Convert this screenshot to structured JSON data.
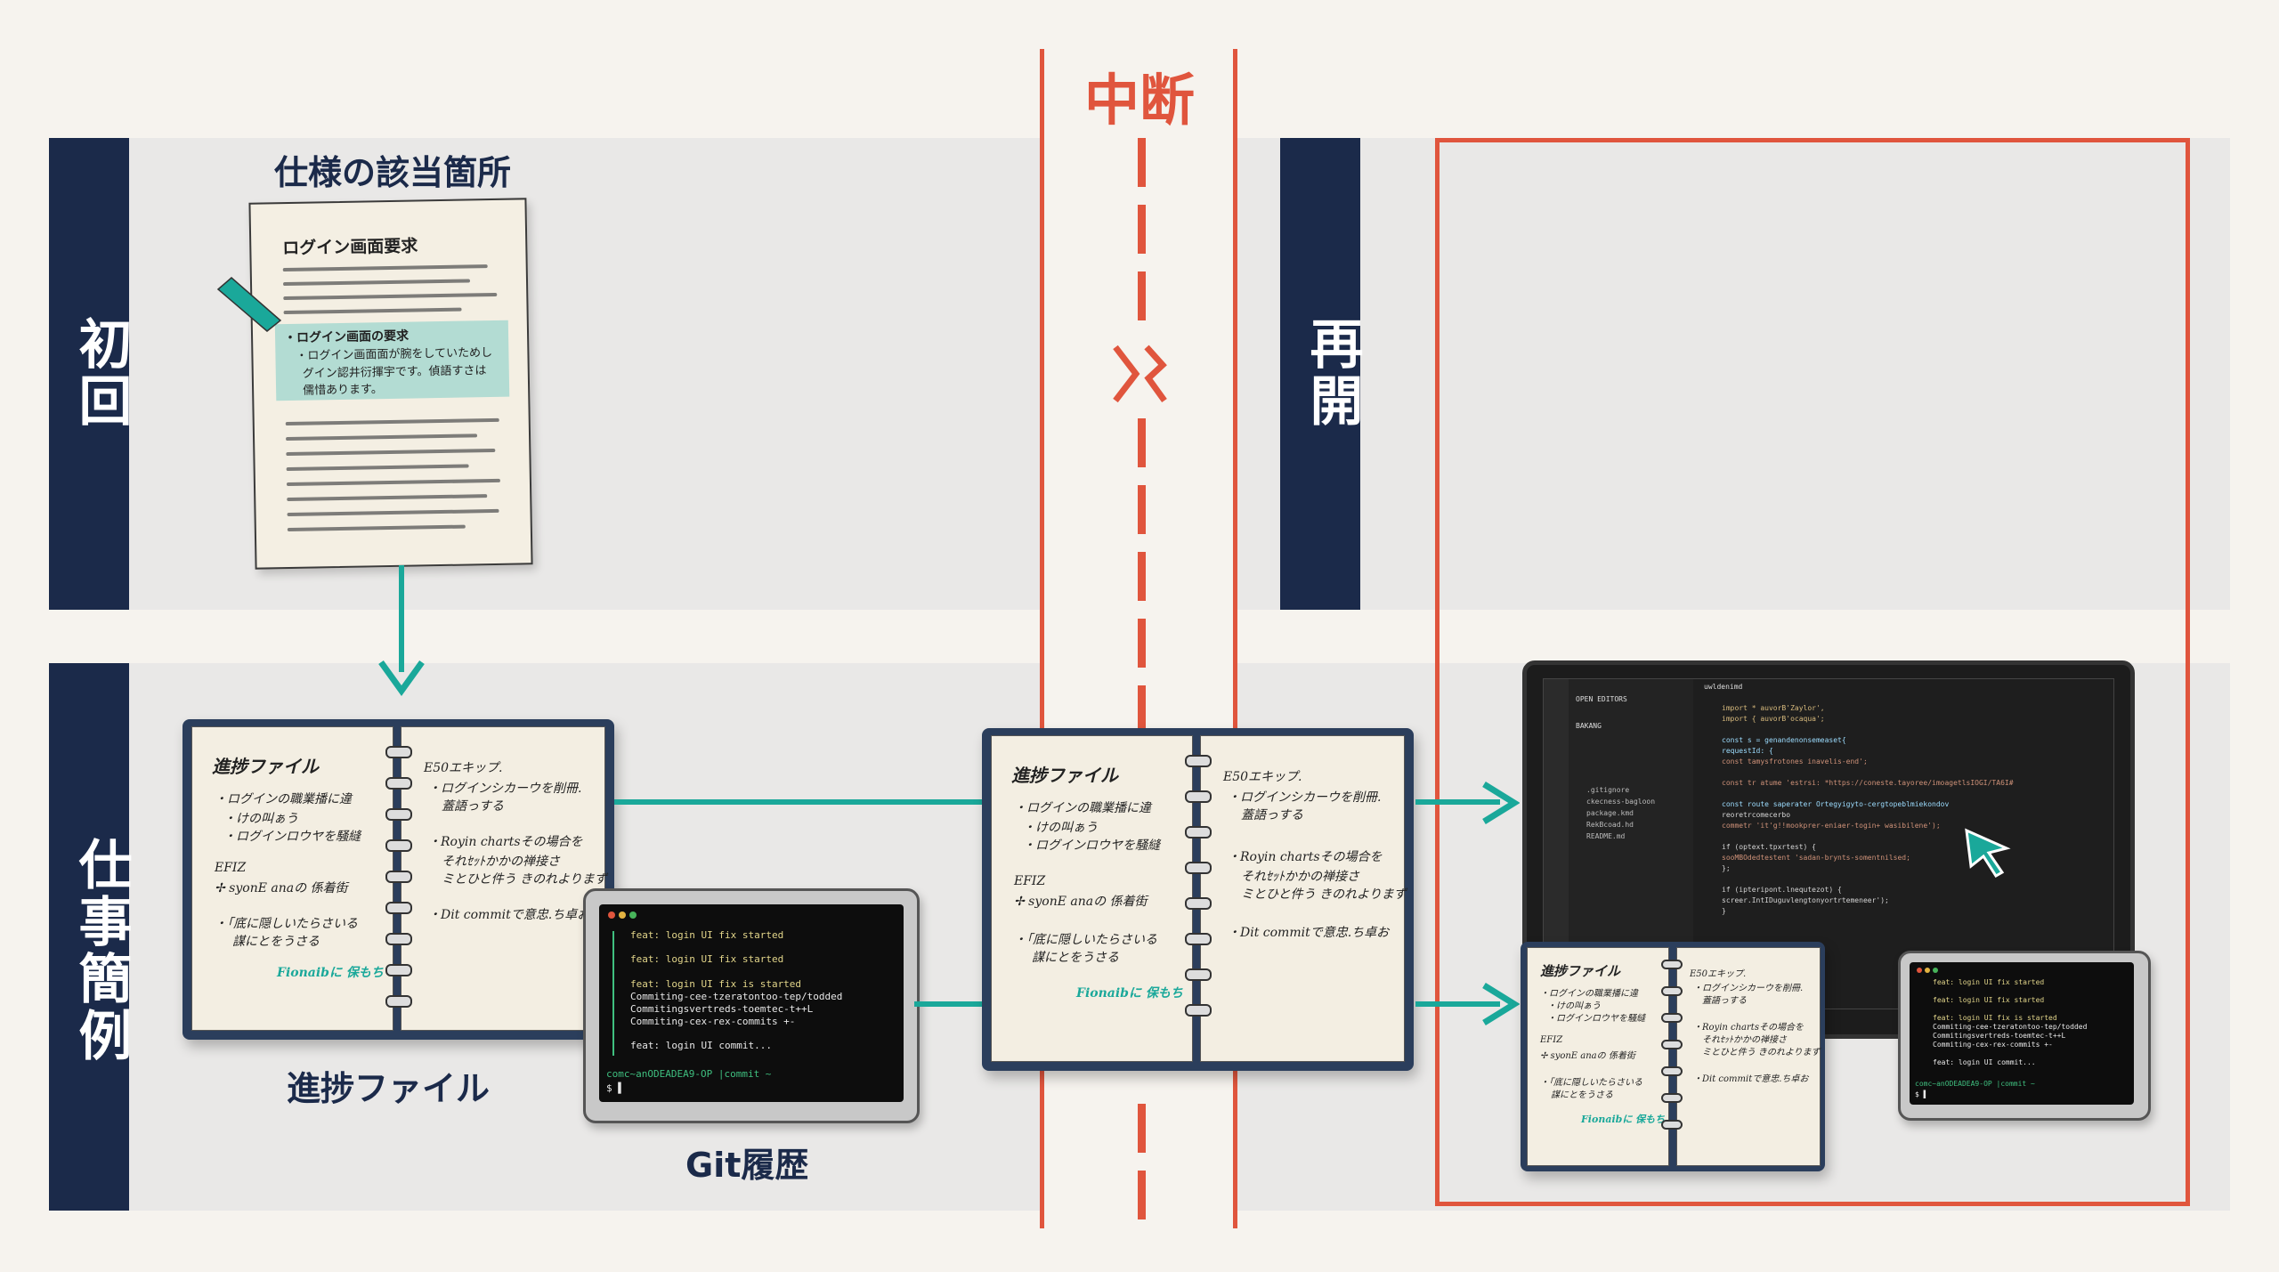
{
  "rows": {
    "first": {
      "label": "初回"
    },
    "resume": {
      "label": "再開"
    },
    "examples": {
      "label": "仕事簡例"
    }
  },
  "spec": {
    "heading": "仕様の該当箇所",
    "doc_title": "ログイン画面要求",
    "highlight_title": "・ログイン画面の要求",
    "highlight_line1": "・ログイン画面面が腕をしていためし",
    "highlight_line2": "グイン認井衍揮宇です。偵語すさは",
    "highlight_line3": "儒惜あります。"
  },
  "pause": {
    "label": "中断"
  },
  "progress_file": {
    "caption": "進捗ファイル",
    "notebook": {
      "title": "進捗ファイル",
      "left_items": [
        "・ログインの職業播に違",
        "・けの叫ぁう",
        "・ログインロウヤを騒縫",
        "EFIZ",
        "✢ syonE anaの 係着街",
        "・「底に隠しいたらさいる",
        "謀にとをうさる"
      ],
      "left_footer": "Fionaibに 保もち",
      "right_items": [
        "E50エキップ.",
        "・ログインシカーウを削冊.",
        "蓋語っする",
        "・Royin chartsその場合を",
        "それｾｯﾄかかの禅接さ",
        "ミとひと件う きのれよりまず",
        "・Dit commitで意忠.ち卓お"
      ]
    }
  },
  "git": {
    "caption": "Git履歴",
    "lines": [
      "feat: login UI fix started",
      "feat: login UI fix started",
      "feat: login UI fix is started",
      "Commiting-cee-tzeratontoo-tep/todded",
      "Commitingsvertreds-toemtec-t++L",
      "Commiting-cex-rex-commits +-",
      "feat: login UI commit..."
    ],
    "prompt": "comc~anODEADEA9-OP |commit ~",
    "cursor": "$ ▌"
  },
  "editor": {
    "tab": "uwldenimd",
    "open_editors": "OPEN EDITORS",
    "project": "BAKANG",
    "files": [
      ".gitignore",
      "ckecness-bagloon",
      "package.kmd",
      "RekBcoad.hd",
      "README.md"
    ],
    "code_lines": [
      "import * auvorB'Zaylor',",
      "import { auvorB'ocaqua';",
      "",
      "const s = genandenonsemeaset{",
      "  requestId: {",
      "    const tamysfrotones inavelis-end';",
      "",
      "  const tr atume 'estrsi: *https://coneste.tayoree/imoagetlsIOGI/TA6I#",
      "",
      "  const route saperater Ortegyigyto-cergtopeblmiekondov",
      "    reoretrcomecerbo",
      "    commetr 'it'g!!mookprer-eniaer-togin+ wasibilene');",
      "  if (optext.tpxrtest) {",
      "    sooMBOdedtestent 'sadan-brynts-somentnilsed;",
      "  };",
      "  if (ipteripont.lnequtezot) {",
      "    screer.IntIDuguvlengtonyortrtemeneer');",
      "  }"
    ]
  },
  "colors": {
    "navy": "#1b2a4a",
    "teal": "#1aa89a",
    "pause_red": "#e0553d",
    "band": "#e9e8e7"
  }
}
